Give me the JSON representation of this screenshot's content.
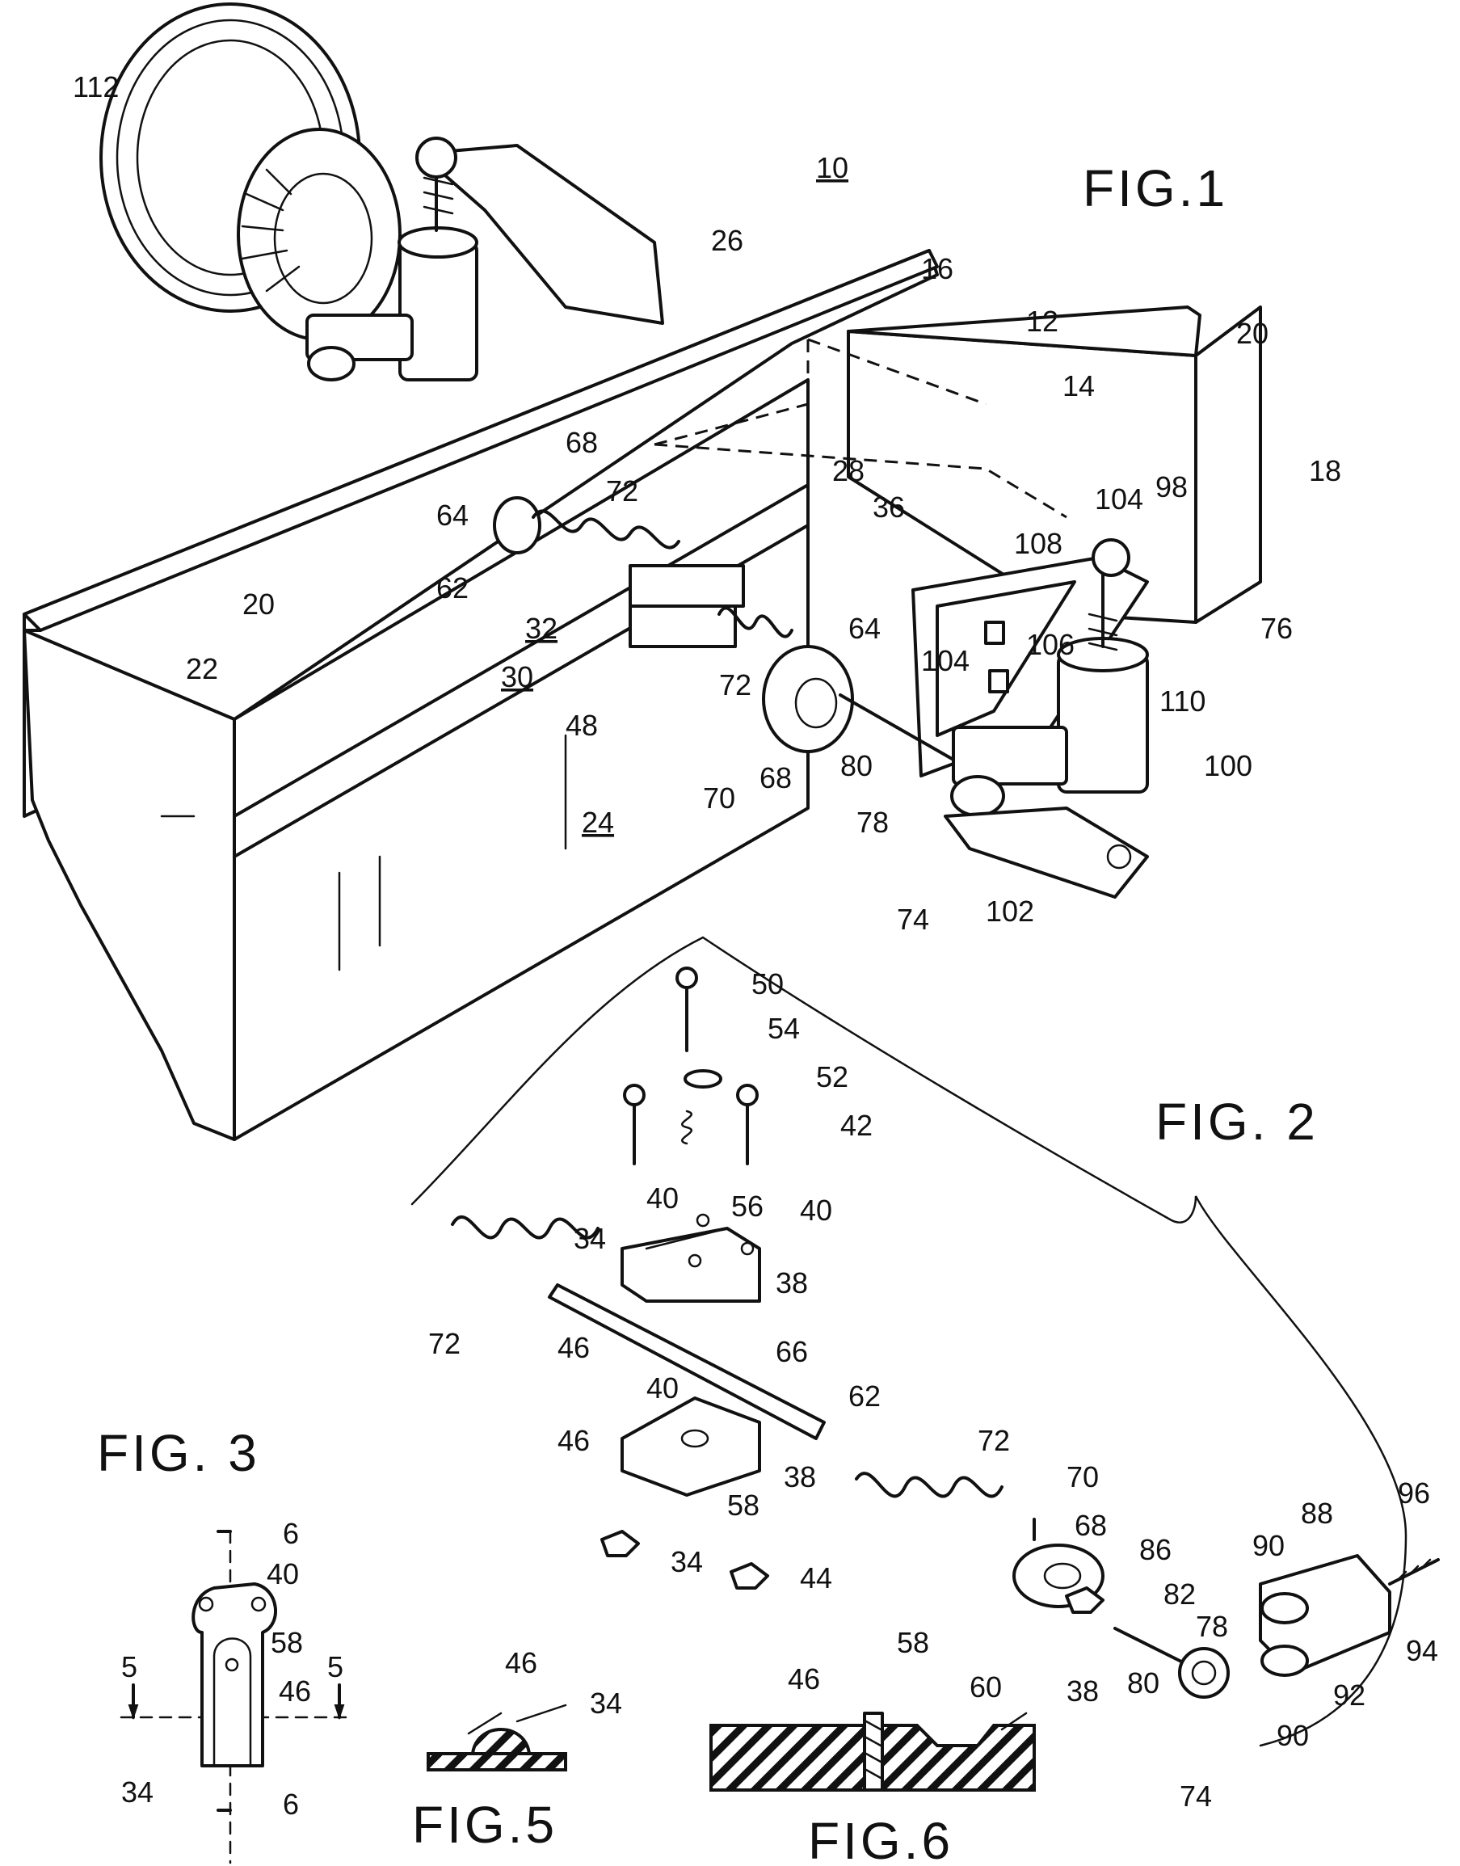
{
  "figures": {
    "fig1": "FIG.1",
    "fig2": "FIG. 2",
    "fig3": "FIG. 3",
    "fig5": "FIG.5",
    "fig6": "FIG.6"
  },
  "fig1_labels": {
    "l112": "112",
    "l10": "10",
    "l26": "26",
    "l16": "16",
    "l12": "12",
    "l20a": "20",
    "l14": "14",
    "l18": "18",
    "l68a": "68",
    "l72a": "72",
    "l28": "28",
    "l36": "36",
    "l104a": "104",
    "l98": "98",
    "l64a": "64",
    "l62": "62",
    "l108": "108",
    "l20b": "20",
    "l22": "22",
    "l32": "32",
    "l104b": "104",
    "l106": "106",
    "l76": "76",
    "l64b": "64",
    "l30": "30",
    "l72b": "72",
    "l110": "110",
    "l48": "48",
    "l70": "70",
    "l68b": "68",
    "l80": "80",
    "l100": "100",
    "l24": "24",
    "l78": "78",
    "l74": "74",
    "l102": "102"
  },
  "fig2_labels": {
    "l50": "50",
    "l54": "54",
    "l52": "52",
    "l42": "42",
    "l40a": "40",
    "l56": "56",
    "l40b": "40",
    "l34a": "34",
    "l38a": "38",
    "l72a": "72",
    "l46a": "46",
    "l66": "66",
    "l40c": "40",
    "l62": "62",
    "l46b": "46",
    "l38b": "38",
    "l58": "58",
    "l72b": "72",
    "l70": "70",
    "l34b": "34",
    "l44": "44",
    "l68": "68",
    "l86": "86",
    "l88": "88",
    "l96": "96",
    "l90a": "90",
    "l82": "82",
    "l78": "78",
    "l94": "94",
    "l80": "80",
    "l92": "92",
    "l90b": "90",
    "l74": "74"
  },
  "fig3_labels": {
    "l6a": "6",
    "l40": "40",
    "l58": "58",
    "l5a": "5",
    "l5b": "5",
    "l46": "46",
    "l34": "34",
    "l6b": "6"
  },
  "fig5_labels": {
    "l46": "46",
    "l34": "34"
  },
  "fig6_labels": {
    "l58": "58",
    "l46": "46",
    "l60": "60",
    "l38": "38"
  }
}
